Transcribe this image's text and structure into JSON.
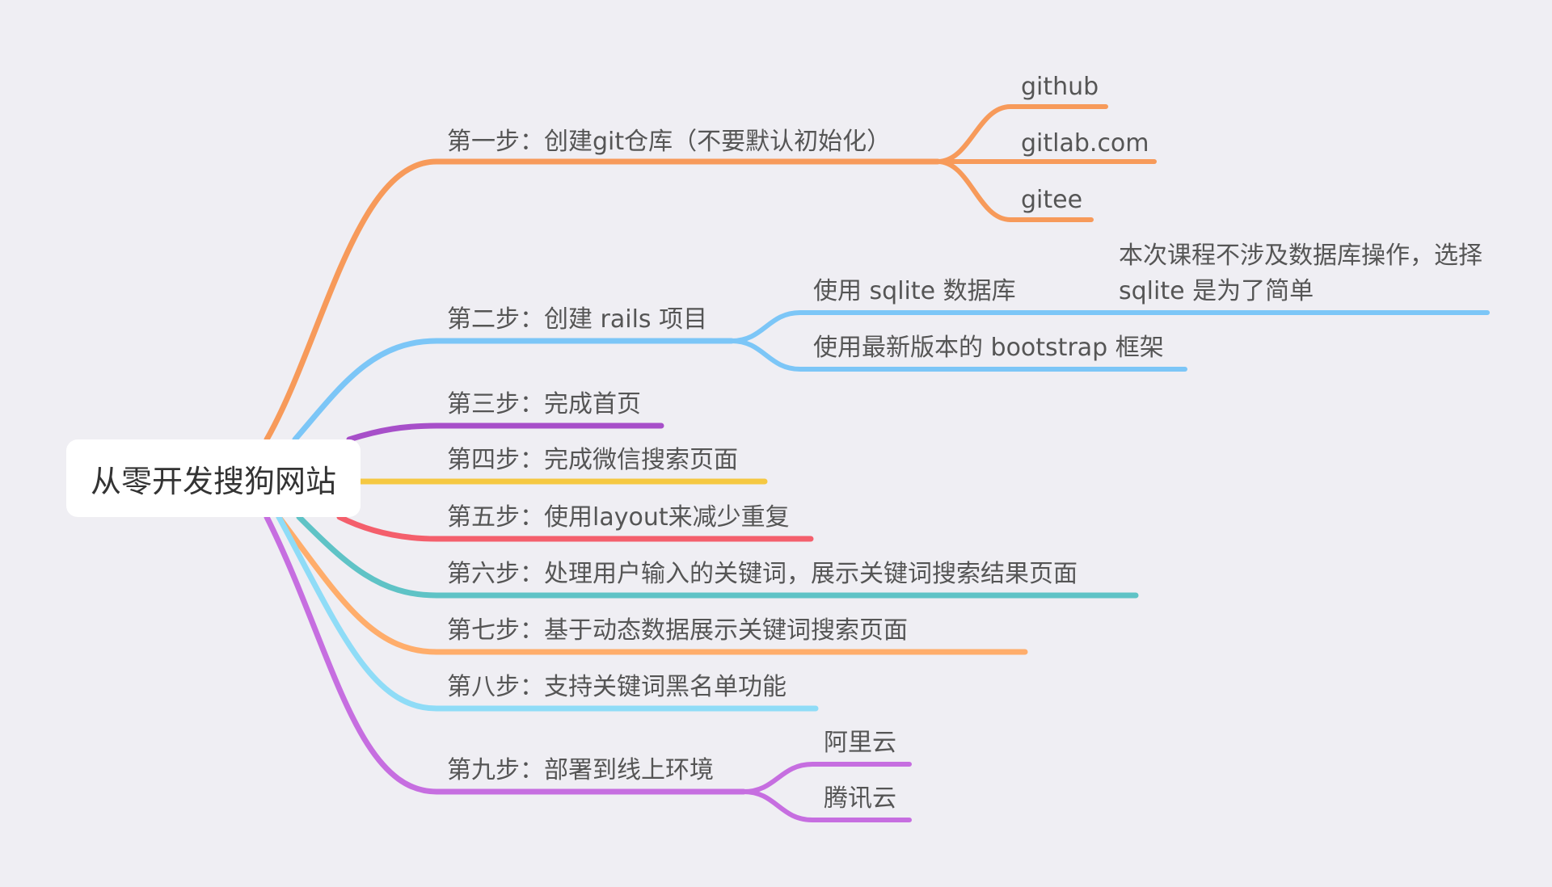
{
  "root": "从零开发搜狗网站",
  "branches": [
    {
      "label": "第一步：创建git仓库（不要默认初始化）",
      "color": "#f79a5a",
      "children": [
        "github",
        "gitlab.com",
        "gitee"
      ]
    },
    {
      "label": "第二步：创建 rails 项目",
      "color": "#7cc6f7",
      "children": [
        "使用 sqlite 数据库",
        "使用最新版本的 bootstrap 框架"
      ],
      "note": "本次课程不涉及数据库操作，选择 sqlite 是为了简单"
    },
    {
      "label": "第三步：完成首页",
      "color": "#a74fc9",
      "children": []
    },
    {
      "label": "第四步：完成微信搜索页面",
      "color": "#f5c842",
      "children": []
    },
    {
      "label": "第五步：使用layout来减少重复",
      "color": "#f45f6c",
      "children": []
    },
    {
      "label": "第六步：处理用户输入的关键词，展示关键词搜索结果页面",
      "color": "#5fc3c6",
      "children": []
    },
    {
      "label": "第七步：基于动态数据展示关键词搜索页面",
      "color": "#ffad6b",
      "children": []
    },
    {
      "label": "第八步：支持关键词黑名单功能",
      "color": "#8fdcf7",
      "children": []
    },
    {
      "label": "第九步：部署到线上环境",
      "color": "#c66ee0",
      "children": [
        "阿里云",
        "腾讯云"
      ]
    }
  ]
}
